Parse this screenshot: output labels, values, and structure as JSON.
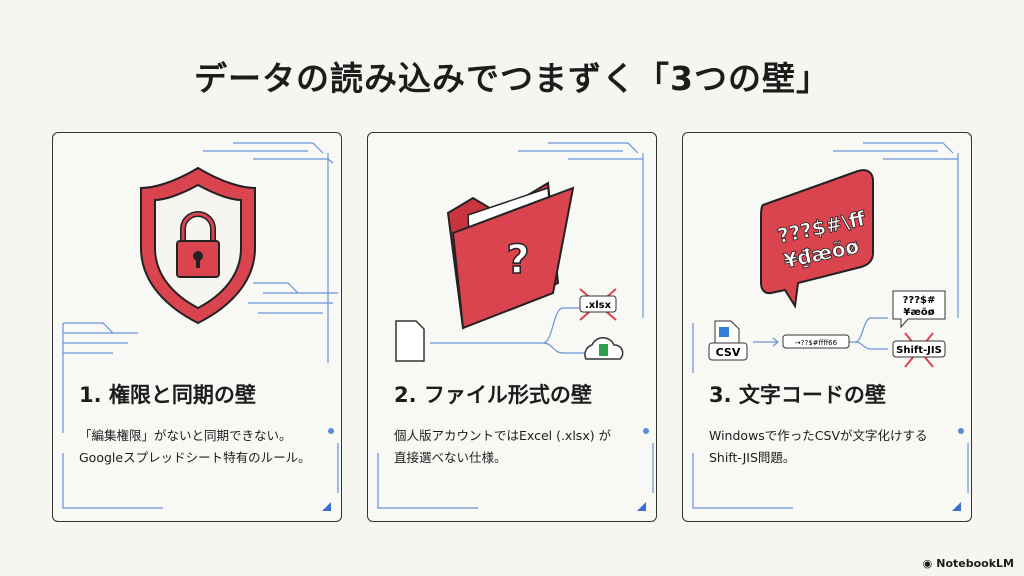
{
  "title": "データの読み込みでつまずく「3つの壁」",
  "cards": [
    {
      "title": "1. 権限と同期の壁",
      "desc": [
        "「編集権限」がないと同期できない。",
        "Googleスプレッドシート特有のルール。"
      ],
      "icon": "shield-lock-icon"
    },
    {
      "title": "2. ファイル形式の壁",
      "desc": [
        "個人版アカウントではExcel (.xlsx) が",
        "直接選べない仕様。"
      ],
      "icon": "folder-question-icon",
      "labels": {
        "xlsx": ".xlsx"
      }
    },
    {
      "title": "3. 文字コードの壁",
      "desc": [
        "Windowsで作ったCSVが文字化けする",
        "Shift-JIS問題。"
      ],
      "icon": "garbled-speech-bubble-icon",
      "labels": {
        "bubble1": "???$#\\ff",
        "bubble2": "¥₫æõø",
        "csv": "CSV",
        "stream": "→??$#ffff66",
        "small1": "???$#",
        "small2": "¥æõø",
        "sjis": "Shift-JIS"
      }
    }
  ],
  "brand": "NotebookLM",
  "colors": {
    "accent": "#d9444f",
    "line": "#5b8bd6"
  }
}
